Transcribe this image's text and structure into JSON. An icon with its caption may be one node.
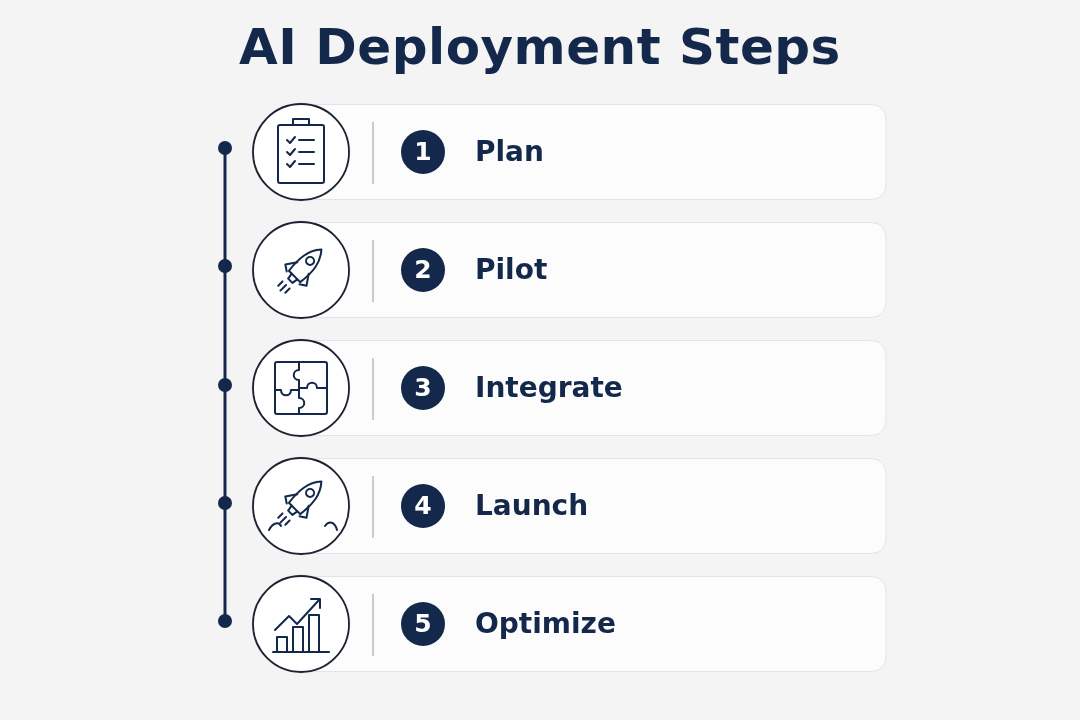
{
  "diagram": {
    "title": "AI Deployment Steps",
    "nodes": [
      {
        "text": [
          "1",
          "Plan"
        ]
      },
      {
        "text": [
          "2",
          "Pilot"
        ]
      },
      {
        "text": [
          "3",
          "Integrate"
        ]
      },
      {
        "text": [
          "4",
          "Launch"
        ]
      },
      {
        "text": [
          "5",
          "Optimize"
        ]
      }
    ]
  }
}
